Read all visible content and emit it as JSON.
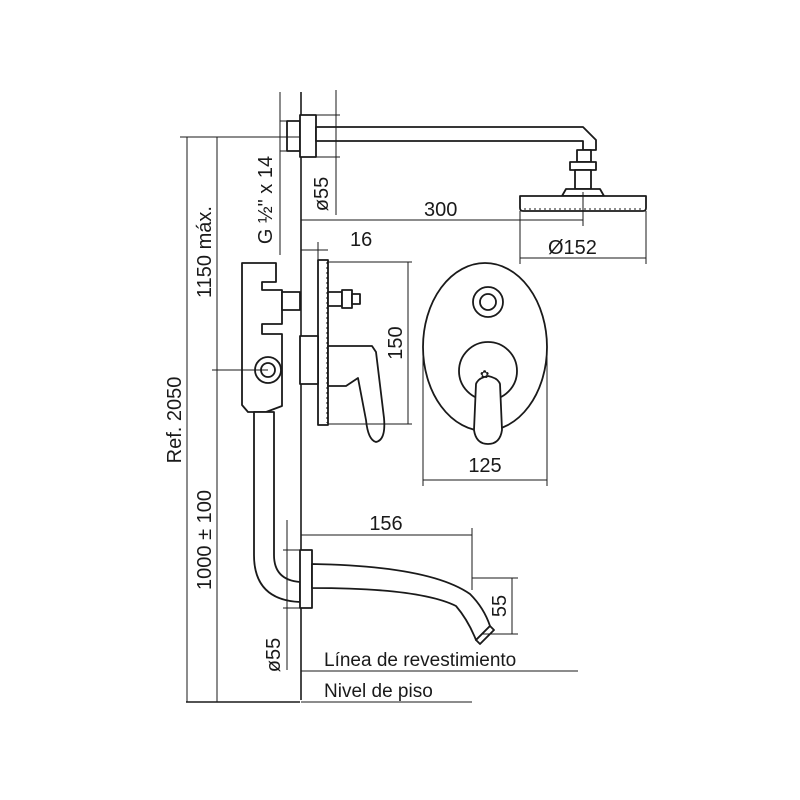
{
  "dimensions": {
    "d300": "300",
    "d_diam152": "Ø152",
    "d16": "16",
    "d150": "150",
    "d125": "125",
    "d156": "156",
    "d55_spout": "55",
    "d_diam55_top": "ø55",
    "d_diam55_bottom": "ø55",
    "d_thread": "G ½\" x 14",
    "d_1150": "1150 máx.",
    "d_ref2050": "Ref. 2050",
    "d_1000": "1000 ± 100"
  },
  "labels": {
    "linea_revestimiento": "Línea de revestimiento",
    "nivel_piso": "Nivel de piso"
  }
}
